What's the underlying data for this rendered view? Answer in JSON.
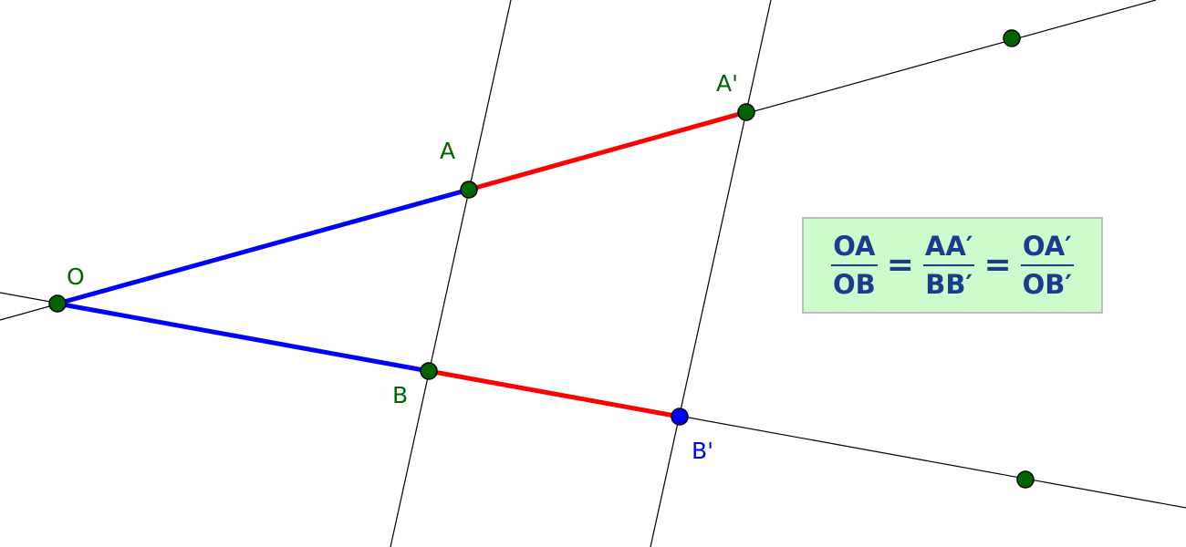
{
  "points": {
    "O": {
      "label": "O"
    },
    "A": {
      "label": "A"
    },
    "A_prime": {
      "label": "A'"
    },
    "B": {
      "label": "B"
    },
    "B_prime": {
      "label": "B'"
    }
  },
  "formula": {
    "frac1": {
      "num": "OA",
      "den": "OB"
    },
    "eq1": "=",
    "frac2": {
      "num": "AA′",
      "den": "BB′"
    },
    "eq2": "=",
    "frac3": {
      "num": "OA′",
      "den": "OB′"
    }
  },
  "colors": {
    "segment_O_to_first": "#0000ff",
    "segment_first_to_second": "#ff0000",
    "line": "#000000",
    "point": "#006400",
    "point_B_prime": "#0000ff",
    "label_default": "#006400",
    "label_B_prime": "#0000ff",
    "formula_bg": "#ccfccc",
    "formula_text": "#1a3c8f"
  }
}
